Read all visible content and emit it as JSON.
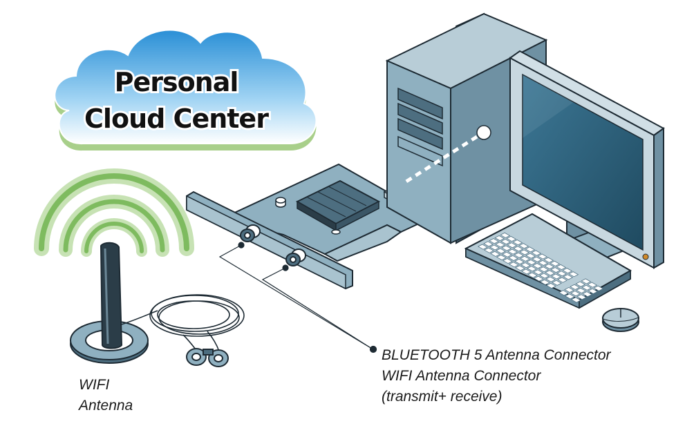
{
  "cloud": {
    "line1": "Personal",
    "line2": "Cloud Center",
    "colors": {
      "top": "#2a8fd6",
      "bottom": "#ffffff",
      "shadow": "#a8cf8a"
    }
  },
  "wifi_antenna": {
    "label_line1": "WIFI",
    "label_line2": "Antenna"
  },
  "connector_labels": {
    "line1": "BLUETOOTH 5 Antenna Connector",
    "line2": "WIFI Antenna Connector",
    "line3": "(transmit+ receive)"
  },
  "colors": {
    "device_fill": "#8fb0c0",
    "device_dark": "#4d6e80",
    "outline": "#1d2a33",
    "screen": "#2e5f78",
    "signal_green": "#6cb24a"
  },
  "icons": [
    "cloud-icon",
    "wifi-signal-icon",
    "antenna-icon",
    "pci-card-icon",
    "desktop-tower-icon",
    "monitor-icon",
    "keyboard-icon",
    "mouse-icon"
  ]
}
